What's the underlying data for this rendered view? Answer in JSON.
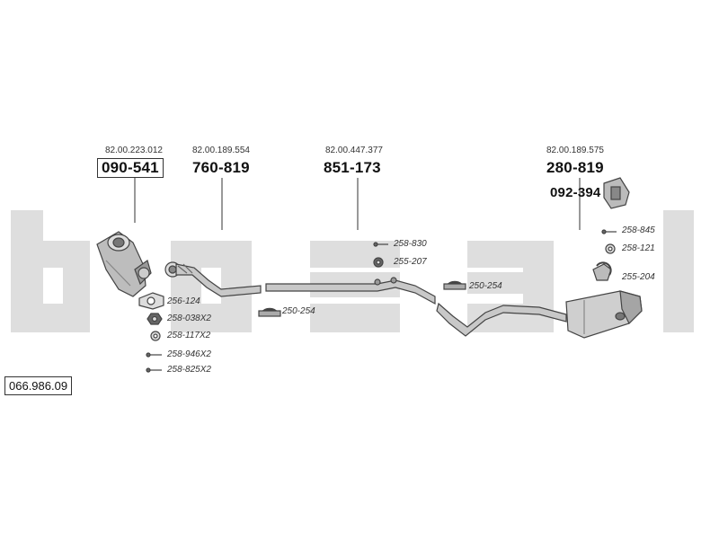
{
  "watermark": "bosal",
  "catalog_ref": "066.986.09",
  "parts": [
    {
      "oe": "82.00.223.012",
      "number": "090-541"
    },
    {
      "oe": "82.00.189.554",
      "number": "760-819"
    },
    {
      "oe": "82.00.447.377",
      "number": "851-173"
    },
    {
      "oe": "82.00.189.575",
      "number": "280-819"
    }
  ],
  "extra_part": "092-394",
  "accessories": {
    "a1": "256-124",
    "a2": "258-038X2",
    "a3": "258-117X2",
    "a4": "258-946X2",
    "a5": "258-825X2",
    "a6": "250-254",
    "a7": "258-830",
    "a8": "255-207",
    "a9": "250-254",
    "a10": "258-845",
    "a11": "258-121",
    "a12": "255-204"
  }
}
